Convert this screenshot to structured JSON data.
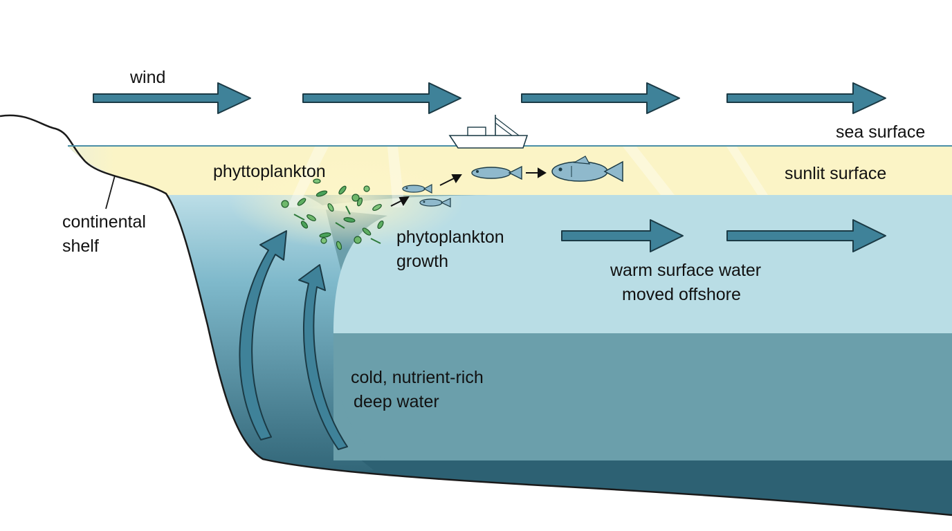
{
  "labels": {
    "wind": "wind",
    "sea_surface": "sea surface",
    "phytoplankton": "phyttoplankton",
    "sunlit_surface": "sunlit surface",
    "continental_shelf": [
      "continental",
      "shelf"
    ],
    "phytoplankton_growth": [
      "phytoplankton",
      "growth"
    ],
    "warm_surface_water": [
      "warm surface water",
      "moved offshore"
    ],
    "deep_water": [
      "cold, nutrient-rich",
      "deep water"
    ]
  },
  "colors": {
    "arrow_fill": "#3f8299",
    "arrow_stroke": "#1b3a45",
    "sea_surface_line": "#4a8ea6",
    "sunlit_layer": "#fbf4c6",
    "warm_water": "#b9dde5",
    "deep_water": "#6b9fab",
    "bottom_water": "#2d6173",
    "plankton": "#4aa25a",
    "fish": "#8fb9cc"
  },
  "icons": [
    "wind-arrow",
    "fishing-boat-icon",
    "phytoplankton-cluster",
    "small-fish-icon",
    "large-fish-icon",
    "upwelling-arrow",
    "current-arrow"
  ]
}
